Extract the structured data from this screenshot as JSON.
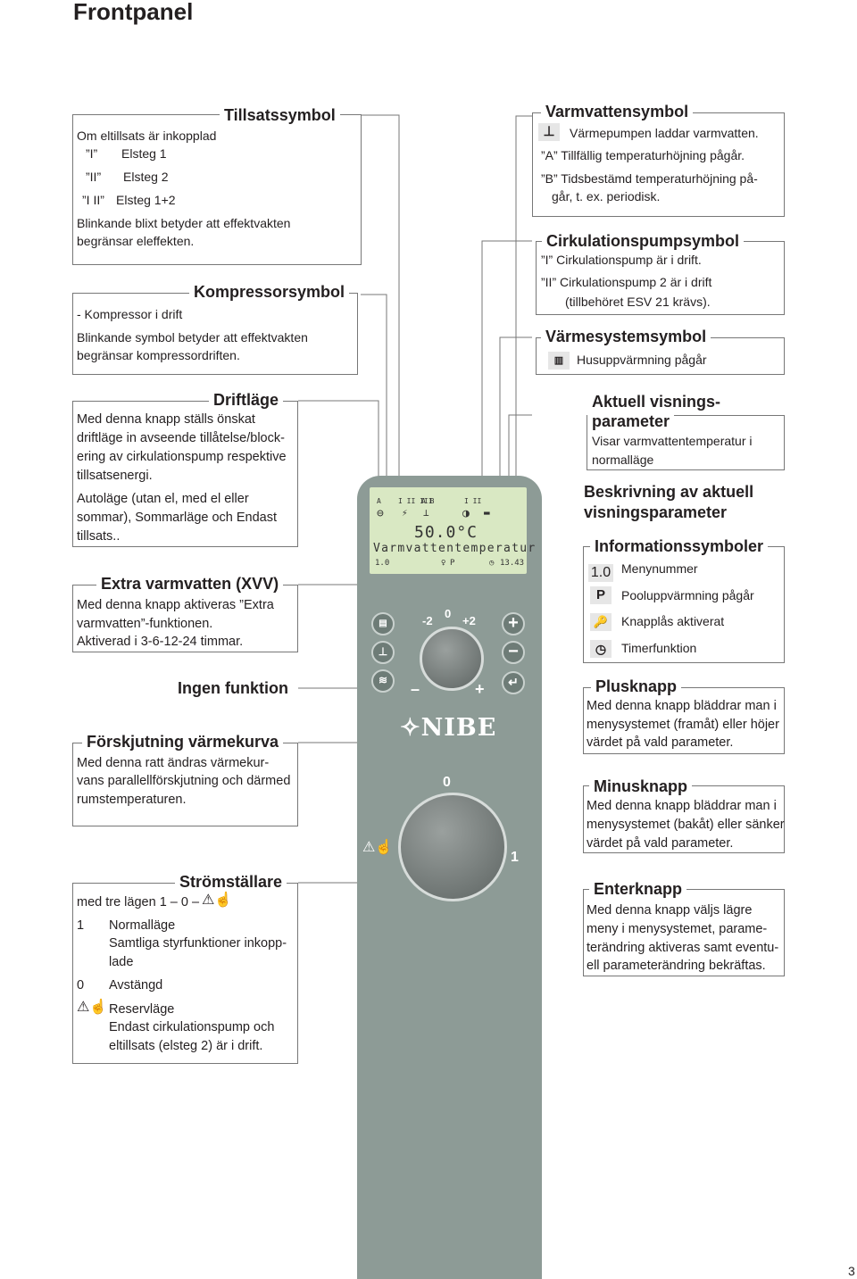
{
  "page": {
    "title": "Frontpanel",
    "number": "3"
  },
  "tillsats": {
    "title": "Tillsatssymbol",
    "intro": "Om eltillsats är inkopplad",
    "r1a": "”I”",
    "r1b": "Elsteg 1",
    "r2a": "”II”",
    "r2b": "Elsteg 2",
    "r3a": "”I II”",
    "r3b": "Elsteg 1+2",
    "note1": "Blinkande blixt betyder att effektvakten",
    "note2": "begränsar eleffekten."
  },
  "kompressor": {
    "title": "Kompressorsymbol",
    "line1": "- Kompressor i drift",
    "line2": "Blinkande symbol betyder att effektvakten",
    "line3": "begränsar kompressordriften."
  },
  "driftlage": {
    "title": "Driftläge",
    "l1": "Med denna knapp ställs önskat",
    "l2": "driftläge in avseende tillåtelse/block-",
    "l3": "ering av cirkulationspump respektive",
    "l4": "tillsatsenergi.",
    "l5": "Autoläge (utan el, med el eller",
    "l6": "sommar), Sommarläge och Endast",
    "l7": "tillsats.."
  },
  "xvv": {
    "title": "Extra varmvatten (XVV)",
    "l1": "Med denna knapp aktiveras ”Extra",
    "l2": "varmvatten”-funktionen.",
    "l3": "Aktiverad i 3-6-12-24 timmar."
  },
  "ingen": {
    "title": "Ingen funktion"
  },
  "forskjutning": {
    "title": "Förskjutning värmekurva",
    "l1": "Med denna ratt ändras värmekur-",
    "l2": "vans parallellförskjutning och därmed",
    "l3": "rumstemperaturen."
  },
  "stromstallare": {
    "title": "Strömställare",
    "intro": "med tre lägen 1 – 0 –",
    "p1": "1",
    "p1_label": "Normalläge",
    "p1_d1": "Samtliga styrfunktioner inkopp-",
    "p1_d2": "lade",
    "p0": "0",
    "p0_label": "Avstängd",
    "pr_label": "Reservläge",
    "pr_d1": "Endast cirkulationspump och",
    "pr_d2": "eltillsats (elsteg 2) är i drift."
  },
  "varmvatten": {
    "title": "Varmvattensymbol",
    "l1": "Värmepumpen laddar varmvatten.",
    "l2": "”A” Tillfällig temperaturhöjning pågår.",
    "l3": "”B” Tidsbestämd temperaturhöjning på-",
    "l4": "går, t. ex. periodisk."
  },
  "cirkulation": {
    "title": "Cirkulationspumpsymbol",
    "l1": "”I” Cirkulationspump är i drift.",
    "l2": "”II” Cirkulationspump 2 är i drift",
    "l3": "(tillbehöret ESV 21 krävs)."
  },
  "varmesystem": {
    "title": "Värmesystemsymbol",
    "l1": "Husuppvärmning pågår"
  },
  "aktuell": {
    "title1": "Aktuell visnings-",
    "title2": "parameter",
    "l1": "Visar varmvattentemperatur i",
    "l2": "normalläge"
  },
  "beskrivning": {
    "title1": "Beskrivning av aktuell",
    "title2": "visningsparameter"
  },
  "info": {
    "title": "Informationssymboler",
    "menu_icon": "1.0",
    "menu": "Menynummer",
    "pool_icon": "P",
    "pool": "Pooluppvärmning pågår",
    "lock": "Knapplås aktiverat",
    "timer": "Timerfunktion"
  },
  "plus": {
    "title": "Plusknapp",
    "l1": "Med denna knapp bläddrar man i",
    "l2": "menysystemet (framåt) eller höjer",
    "l3": "värdet på vald parameter."
  },
  "minus": {
    "title": "Minusknapp",
    "l1": "Med denna knapp bläddrar man i",
    "l2": "menysystemet (bakåt) eller sänker",
    "l3": "värdet på vald parameter."
  },
  "enter": {
    "title": "Enterknapp",
    "l1": "Med denna knapp väljs lägre",
    "l2": "meny i menysystemet, parame-",
    "l3": "terändring aktiveras samt eventu-",
    "l4": "ell parameterändring bekräftas."
  },
  "device": {
    "lcd_a": "A",
    "lcd_iiiii": "I II III",
    "lcd_ab": "A B",
    "lcd_iii": "I II",
    "temp": "50.0°C",
    "param": "Varmvattentemperatur",
    "menu": "1.0",
    "pool": "P",
    "time": "13.43",
    "dial_minus2": "-2",
    "dial_zero": "0",
    "dial_plus2": "+2",
    "dial_minus": "–",
    "dial_plus": "+",
    "brand": "NIBE",
    "switch_zero": "0",
    "switch_one": "1"
  },
  "colors": {
    "panel": "#8d9b96",
    "lcd": "#d9e8c3",
    "border": "#777777"
  }
}
